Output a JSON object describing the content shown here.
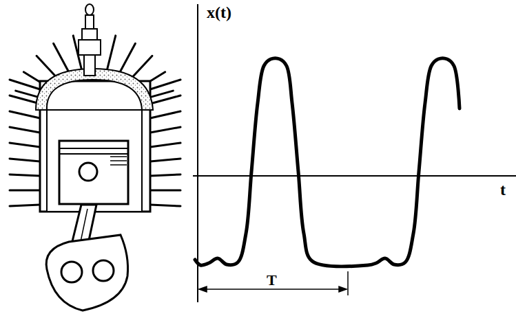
{
  "diagram": {
    "labels": [
      "x(t)",
      "t",
      "T"
    ]
  }
}
